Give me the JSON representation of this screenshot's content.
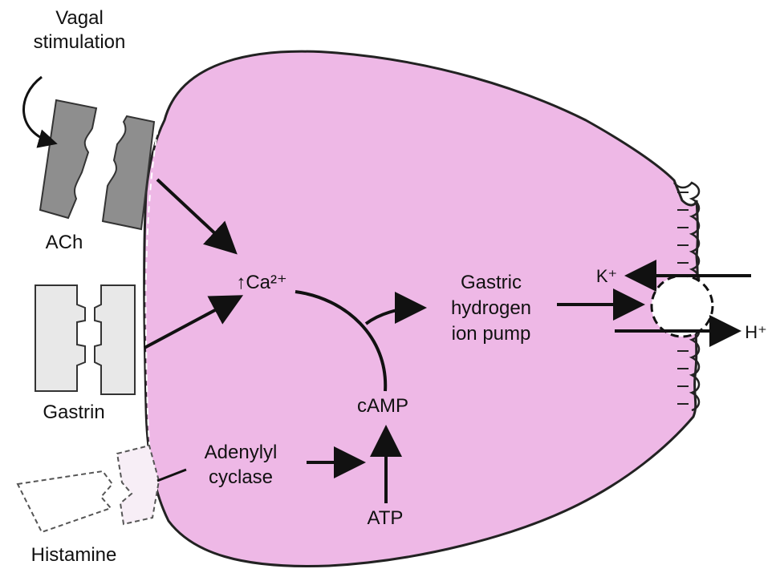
{
  "colors": {
    "cell_fill": "#EEB8E6",
    "cell_stroke": "#222222",
    "ach_receptor": "#8E8E8E",
    "gastrin_receptor": "#E8E8E8",
    "histamine_receptor": "#FFFFFF",
    "arrow": "#111111"
  },
  "labels": {
    "vagal_line1": "Vagal",
    "vagal_line2": "stimulation",
    "ach": "ACh",
    "gastrin": "Gastrin",
    "histamine": "Histamine",
    "ca": "↑Ca²⁺",
    "pump_line1": "Gastric",
    "pump_line2": "hydrogen",
    "pump_line3": "ion pump",
    "adenylyl_line1": "Adenylyl",
    "adenylyl_line2": "cyclase",
    "camp": "cAMP",
    "atp": "ATP",
    "k_ion": "K⁺",
    "h_ion": "H⁺"
  }
}
